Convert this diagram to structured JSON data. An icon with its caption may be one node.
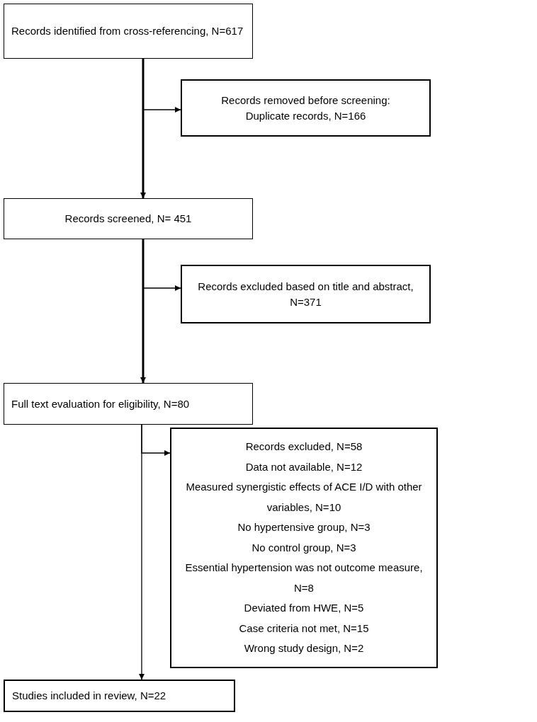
{
  "diagram": {
    "nodes": [
      {
        "text": [
          "Records identified from cross-referencing, N=617"
        ]
      },
      {
        "text": [
          "Records removed before screening:",
          "Duplicate records, N=166"
        ]
      },
      {
        "text": [
          "Records screened, N= 451"
        ]
      },
      {
        "text": [
          "Records excluded based on title and abstract, N=371"
        ]
      },
      {
        "text": [
          "Full text evaluation for eligibility, N=80"
        ]
      },
      {
        "text": [
          "Records excluded, N=58",
          "Data not available, N=12",
          "Measured synergistic effects of ACE I/D with other variables, N=10",
          "No hypertensive group, N=3",
          "No control group, N=3",
          "Essential hypertension was not outcome measure, N=8",
          "Deviated from HWE, N=5",
          "Case criteria not met, N=15",
          "Wrong study design, N=2"
        ]
      },
      {
        "text": [
          "Studies included in review, N=22"
        ]
      }
    ],
    "edges": [
      {
        "from": 0,
        "to": 2,
        "arrow": "to",
        "style": "thick"
      },
      {
        "from": 0,
        "to": 1,
        "arrow": "to"
      },
      {
        "from": 2,
        "to": 4,
        "arrow": "to",
        "style": "thick"
      },
      {
        "from": 2,
        "to": 3,
        "arrow": "to"
      },
      {
        "from": 4,
        "to": 6,
        "arrow": "to"
      },
      {
        "from": 4,
        "to": 5,
        "arrow": "to"
      }
    ]
  }
}
